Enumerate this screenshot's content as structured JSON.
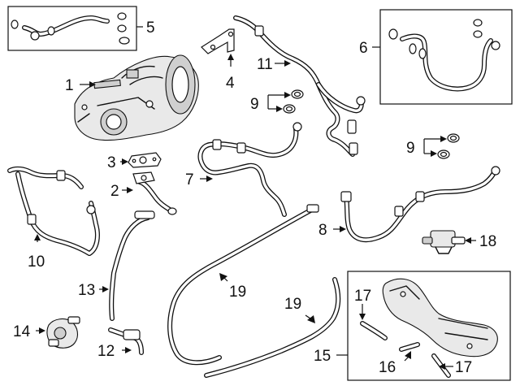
{
  "callouts": {
    "c1": "1",
    "c2": "2",
    "c3": "3",
    "c4": "4",
    "c5": "5",
    "c6": "6",
    "c7": "7",
    "c8": "8",
    "c9a": "9",
    "c9b": "9",
    "c10": "10",
    "c11": "11",
    "c12": "12",
    "c13": "13",
    "c14": "14",
    "c15": "15",
    "c16": "16",
    "c17a": "17",
    "c17b": "17",
    "c18": "18",
    "c19a": "19",
    "c19b": "19"
  }
}
